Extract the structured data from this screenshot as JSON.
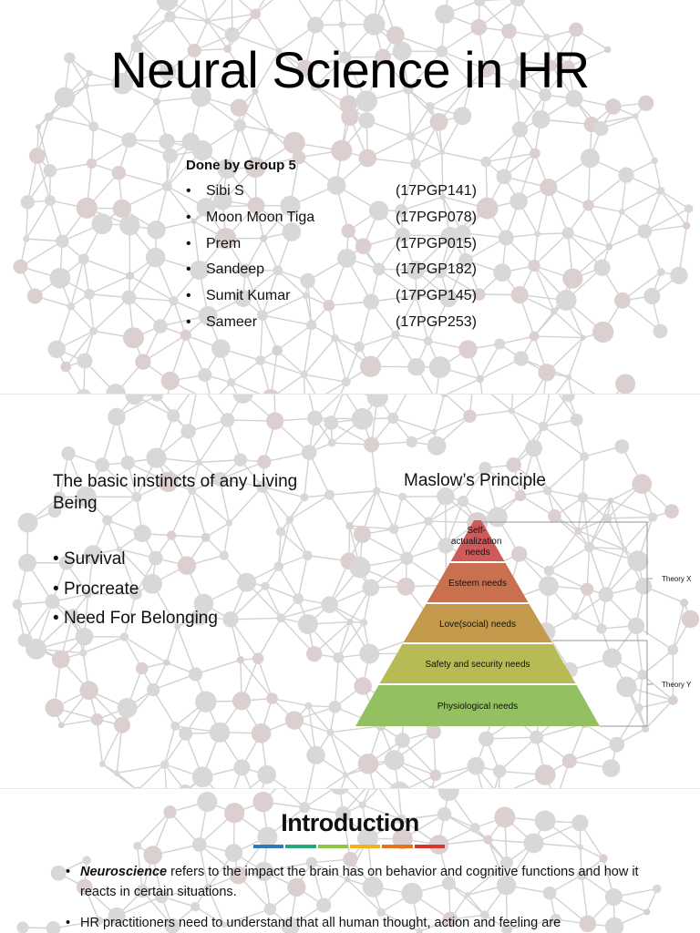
{
  "slide1": {
    "title": "Neural Science in HR",
    "group_heading": "Done by Group 5",
    "members": [
      {
        "name": "Sibi S",
        "id": "(17PGP141)"
      },
      {
        "name": "Moon Moon Tiga",
        "id": "(17PGP078)"
      },
      {
        "name": "Prem",
        "id": "(17PGP015)"
      },
      {
        "name": "Sandeep",
        "id": "(17PGP182)"
      },
      {
        "name": "Sumit Kumar",
        "id": "(17PGP145)"
      },
      {
        "name": "Sameer",
        "id": "(17PGP253)"
      }
    ]
  },
  "slide2": {
    "left_title": "The basic instincts of any Living Being",
    "instincts": [
      "Survival",
      "Procreate",
      "Need For Belonging"
    ],
    "right_title": "Maslow’s Principle",
    "pyramid": {
      "levels": [
        {
          "label_lines": [
            "Self-",
            "actualization",
            "needs"
          ],
          "color": "#cf5a5a"
        },
        {
          "label_lines": [
            "Esteem needs"
          ],
          "color": "#c9714e"
        },
        {
          "label_lines": [
            "Love(social) needs"
          ],
          "color": "#c39a4c"
        },
        {
          "label_lines": [
            "Safety and security needs"
          ],
          "color": "#b7ba55"
        },
        {
          "label_lines": [
            "Physiological  needs"
          ],
          "color": "#93c162"
        }
      ],
      "theory_x": "Theory X",
      "theory_y": "Theory Y"
    }
  },
  "slide3": {
    "title": "Introduction",
    "accent_colors": [
      "#2b7bba",
      "#27a87a",
      "#8cc63f",
      "#f2b01e",
      "#e8731a",
      "#d9342b"
    ],
    "bullets": [
      {
        "emphasis": "Neuroscience",
        "text": " refers to the impact the brain has on behavior and cognitive functions and how it reacts in certain situations."
      },
      {
        "emphasis": "",
        "text": "HR practitioners need to understand that all human thought, action and feeling are"
      }
    ]
  },
  "icons": {
    "bullet": "bullet-dot",
    "background": "neural-network-pattern"
  }
}
